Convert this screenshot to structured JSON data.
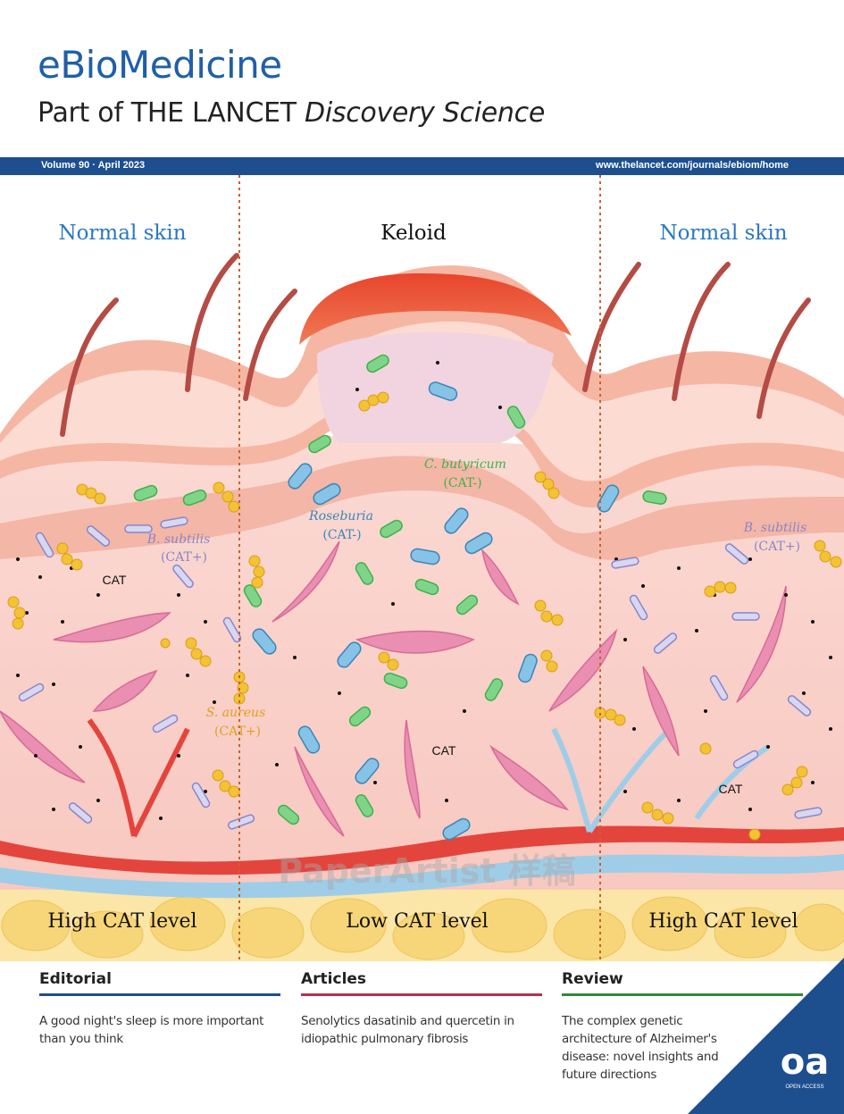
{
  "header": {
    "journal": "eBioMedicine",
    "subtitle_main": "Part of THE LANCET ",
    "subtitle_italic": "Discovery Science",
    "volume": "Volume 90 · April 2023",
    "url": "www.thelancet.com/journals/ebiom/home"
  },
  "illustration": {
    "region_left": "Normal skin",
    "region_center": "Keloid",
    "region_right": "Normal skin",
    "bottom_left": "High CAT level",
    "bottom_center": "Low CAT level",
    "bottom_right": "High CAT level",
    "cat_labels": [
      "CAT",
      "CAT",
      "CAT"
    ],
    "bacteria": {
      "b_subtilis_left": "B. subtilis",
      "b_subtilis_left_cat": "(CAT+)",
      "b_subtilis_right": "B. subtilis",
      "b_subtilis_right_cat": "(CAT+)",
      "s_aureus": "S. aureus",
      "s_aureus_cat": "(CAT+)",
      "roseburia": "Roseburia",
      "roseburia_cat": "(CAT-)",
      "c_butyricum": "C. butyricum",
      "c_butyricum_cat": "(CAT-)"
    },
    "watermark": "PaperArtist 样稿",
    "colors": {
      "normal_label": "#2a78c2",
      "b_subtilis": "#8a86c9",
      "s_aureus": "#e0a020",
      "c_butyricum": "#3fb24a"
    }
  },
  "footer": {
    "sections": [
      {
        "heading": "Editorial",
        "text": "A good night's sleep is more important than you think",
        "rule_color": "#1d4f8f"
      },
      {
        "heading": "Articles",
        "text": "Senolytics dasatinib and quercetin in idiopathic pulmonary fibrosis",
        "rule_color": "#b8314a"
      },
      {
        "heading": "Review",
        "text": "The complex genetic architecture of Alzheimer's disease: novel insights and future directions",
        "rule_color": "#2e8a3a"
      }
    ],
    "oa_logo": "oa",
    "oa_caption": "OPEN ACCESS"
  }
}
